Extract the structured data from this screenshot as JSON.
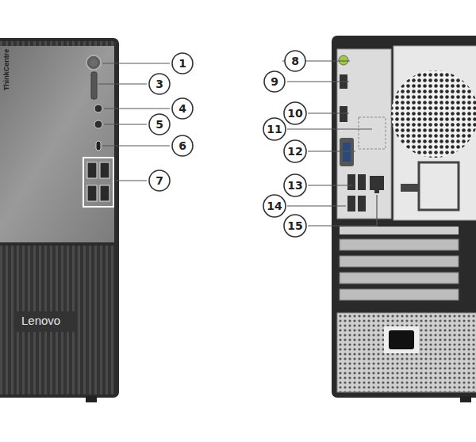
{
  "diagram": {
    "nodes": [
      {
        "text": [
          "1"
        ]
      },
      {
        "text": [
          "3"
        ]
      },
      {
        "text": [
          "4"
        ]
      },
      {
        "text": [
          "5"
        ]
      },
      {
        "text": [
          "6"
        ]
      },
      {
        "text": [
          "7"
        ]
      },
      {
        "text": [
          "8"
        ]
      },
      {
        "text": [
          "9"
        ]
      },
      {
        "text": [
          "10"
        ]
      },
      {
        "text": [
          "11"
        ]
      },
      {
        "text": [
          "12"
        ]
      },
      {
        "text": [
          "13"
        ]
      },
      {
        "text": [
          "14"
        ]
      },
      {
        "text": [
          "15"
        ]
      }
    ],
    "labels": [
      "ThinkCentre",
      "Lenovo"
    ]
  }
}
